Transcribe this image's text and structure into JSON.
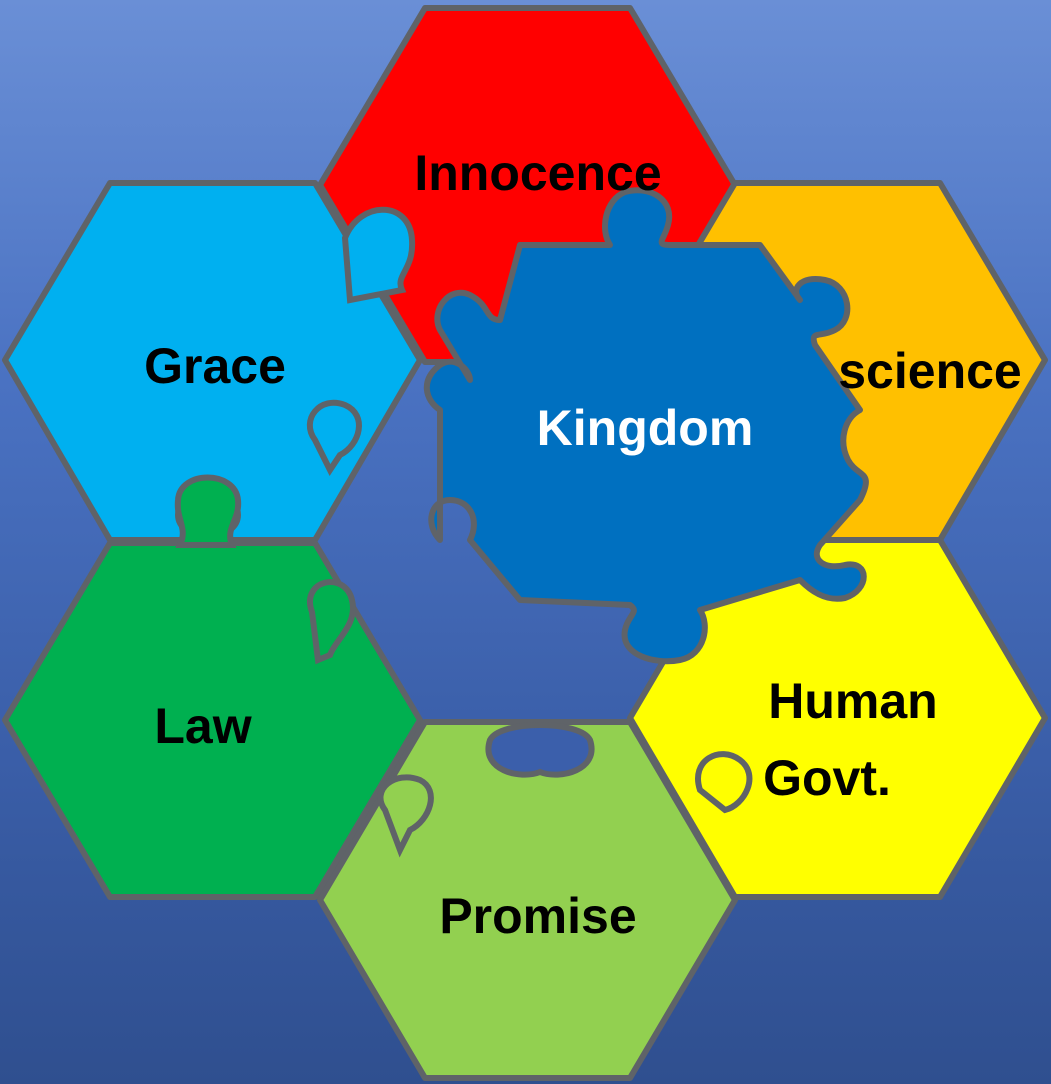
{
  "colors": {
    "innocence": "#ff0000",
    "conscience": "#ffc000",
    "grace": "#00b0f0",
    "kingdom": "#0070c0",
    "law": "#00b050",
    "human_govt": "#ffff00",
    "promise": "#92d050",
    "outline": "#5f6368"
  },
  "pieces": {
    "innocence": "Innocence",
    "conscience": "science",
    "grace": "Grace",
    "kingdom": "Kingdom",
    "law": "Law",
    "human_govt_line1": "Human",
    "human_govt_line2": "Govt.",
    "promise": "Promise"
  }
}
